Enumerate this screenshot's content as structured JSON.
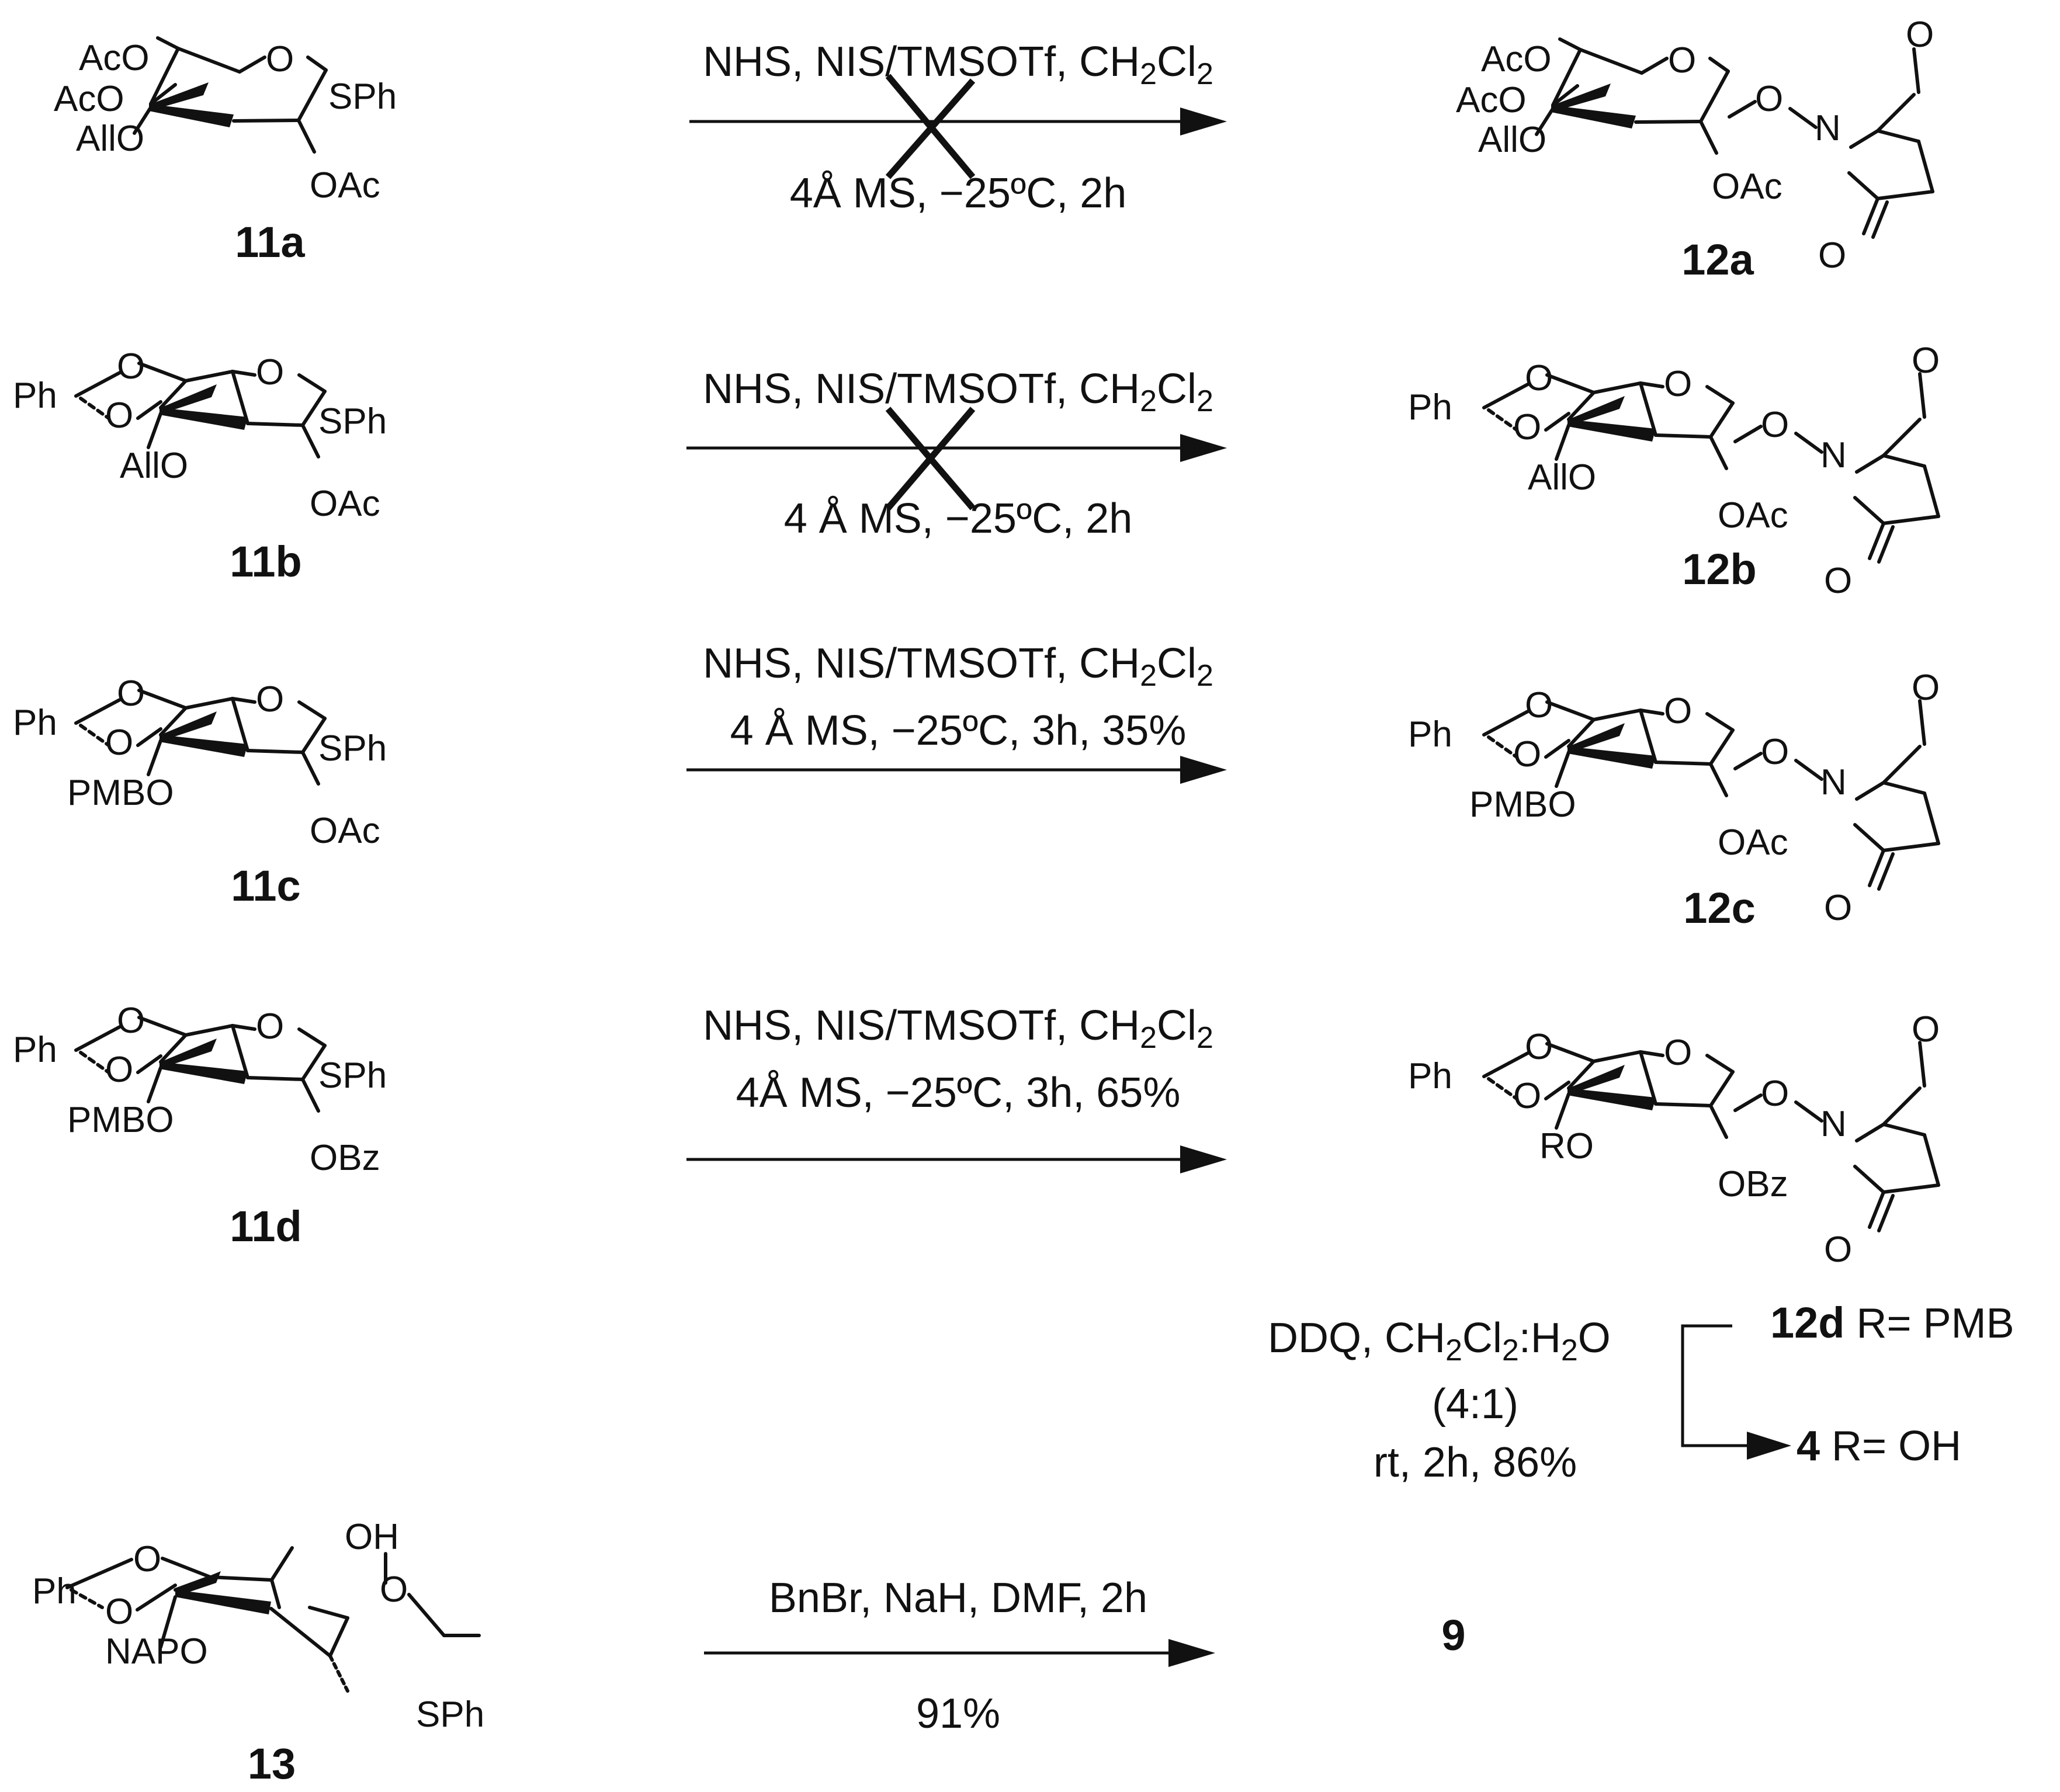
{
  "compounds": {
    "c11a": {
      "id": "11a",
      "labels": {
        "sub6": "AcO",
        "sub4": "AcO",
        "sub3": "AllO",
        "ring_o": "O",
        "anomeric": "SPh",
        "sub2": "OAc"
      }
    },
    "c12a": {
      "id": "12a",
      "labels": {
        "sub6": "AcO",
        "sub4": "AcO",
        "sub3": "AllO",
        "ring_o": "O",
        "link_o": "O",
        "n": "N",
        "co_top": "O",
        "co_bottom": "O",
        "sub2": "OAc"
      }
    },
    "c11b": {
      "id": "11b",
      "labels": {
        "ph": "Ph",
        "o_acetal6": "O",
        "o_acetal4": "O",
        "sub3": "AllO",
        "ring_o": "O",
        "anomeric": "SPh",
        "sub2": "OAc"
      }
    },
    "c12b": {
      "id": "12b",
      "labels": {
        "ph": "Ph",
        "o_acetal6": "O",
        "o_acetal4": "O",
        "sub3": "AllO",
        "ring_o": "O",
        "link_o": "O",
        "n": "N",
        "co_top": "O",
        "co_bottom": "O",
        "sub2": "OAc"
      }
    },
    "c11c": {
      "id": "11c",
      "labels": {
        "ph": "Ph",
        "o_acetal6": "O",
        "o_acetal4": "O",
        "sub3": "PMBO",
        "ring_o": "O",
        "anomeric": "SPh",
        "sub2": "OAc"
      }
    },
    "c12c": {
      "id": "12c",
      "labels": {
        "ph": "Ph",
        "o_acetal6": "O",
        "o_acetal4": "O",
        "sub3": "PMBO",
        "ring_o": "O",
        "link_o": "O",
        "n": "N",
        "co_top": "O",
        "co_bottom": "O",
        "sub2": "OAc"
      }
    },
    "c11d": {
      "id": "11d",
      "labels": {
        "ph": "Ph",
        "o_acetal6": "O",
        "o_acetal4": "O",
        "sub3": "PMBO",
        "ring_o": "O",
        "anomeric": "SPh",
        "sub2": "OBz"
      }
    },
    "c12d": {
      "id": "",
      "labels": {
        "ph": "Ph",
        "o_acetal6": "O",
        "o_acetal4": "O",
        "sub3": "RO",
        "ring_o": "O",
        "link_o": "O",
        "n": "N",
        "co_top": "O",
        "co_bottom": "O",
        "sub2": "OBz"
      }
    },
    "c13": {
      "id": "13",
      "labels": {
        "ph": "Ph",
        "o_acetal6": "O",
        "o_acetal4": "O",
        "sub3": "NAPO",
        "ring_o": "O",
        "oh": "OH",
        "anomeric": "SPh"
      }
    }
  },
  "reactions": {
    "r1": {
      "reagents_pre": "NHS, NIS/TMSOTf, CH",
      "reagents_sub1": "2",
      "reagents_mid": "Cl",
      "reagents_sub2": "2",
      "conditions": "4Å MS, −25ºC, 2h",
      "failed": true
    },
    "r2": {
      "reagents_pre": "NHS, NIS/TMSOTf, CH",
      "reagents_sub1": "2",
      "reagents_mid": "Cl",
      "reagents_sub2": "2",
      "conditions": "4 Å MS, −25ºC, 2h",
      "failed": true
    },
    "r3": {
      "reagents_pre": "NHS, NIS/TMSOTf, CH",
      "reagents_sub1": "2",
      "reagents_mid": "Cl",
      "reagents_sub2": "2",
      "conditions": "4 Å MS, −25ºC, 3h, 35%",
      "failed": false
    },
    "r4": {
      "reagents_pre": "NHS, NIS/TMSOTf, CH",
      "reagents_sub1": "2",
      "reagents_mid": "Cl",
      "reagents_sub2": "2",
      "conditions": "4Å MS, −25ºC, 3h, 65%",
      "failed": false
    },
    "r5": {
      "reagents_pre": "DDQ, CH",
      "reagents_sub1": "2",
      "reagents_mid": "Cl",
      "reagents_sub2": "2",
      "reagents_tail": ":H",
      "reagents_sub3": "2",
      "reagents_end": "O",
      "ratio": "(4:1)",
      "conditions": "rt, 2h, 86%"
    },
    "r6": {
      "reagents": "BnBr, NaH, DMF, 2h",
      "yield": "91%"
    }
  },
  "products": {
    "p12d": {
      "id": "12d",
      "text": " R= PMB"
    },
    "p4": {
      "id": "4",
      "text": " R= OH"
    },
    "p9": {
      "id": "9"
    }
  }
}
